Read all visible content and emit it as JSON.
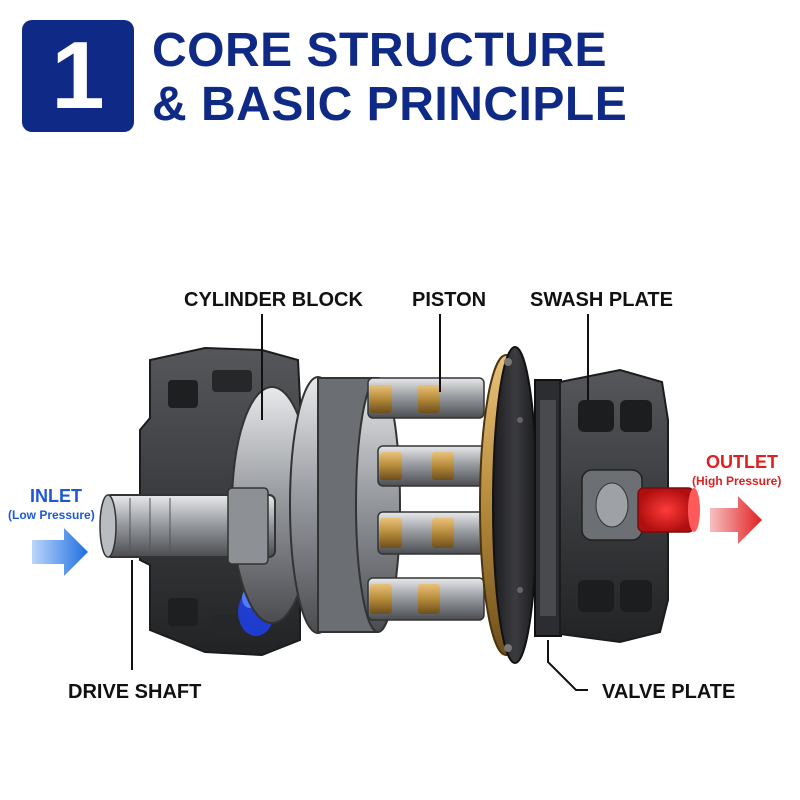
{
  "badge": {
    "number": "1"
  },
  "title": {
    "line1": "CORE STRUCTURE",
    "line2": "& BASIC PRINCIPLE"
  },
  "labels": {
    "cylinder_block": "CYLINDER BLOCK",
    "piston": "PISTON",
    "swash_plate": "SWASH PLATE",
    "drive_shaft": "DRIVE SHAFT",
    "valve_plate": "VALVE PLATE"
  },
  "inlet": {
    "name": "INLET",
    "sub": "(Low Pressure)"
  },
  "outlet": {
    "name": "OUTLET",
    "sub": "(High Pressure)"
  },
  "colors": {
    "brand": "#0e2a86",
    "inlet": "#1e6fe0",
    "outlet": "#e02020",
    "metal_dark": "#2f3033",
    "bronze": "#b58a3a"
  }
}
